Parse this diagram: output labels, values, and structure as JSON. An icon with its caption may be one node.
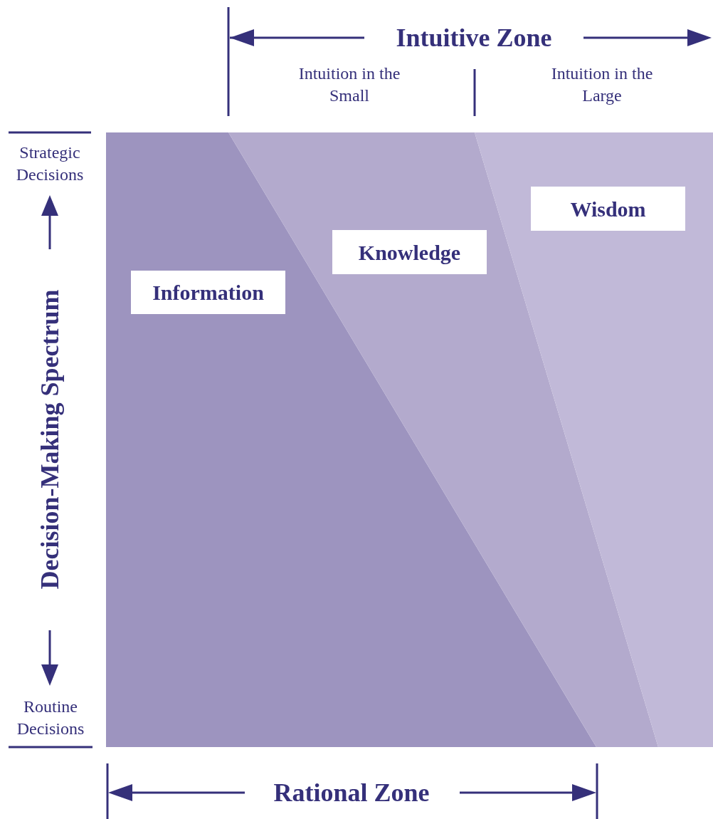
{
  "diagram": {
    "nodes": [
      {
        "text": [
          "Information"
        ]
      },
      {
        "text": [
          "Knowledge"
        ]
      },
      {
        "text": [
          "Wisdom"
        ]
      }
    ],
    "labels": [
      "Intuitive Zone",
      "Intuition in the Small",
      "Intuition in the Large",
      "Strategic Decisions",
      "Decision-Making Spectrum",
      "Routine Decisions",
      "Rational Zone"
    ]
  }
}
